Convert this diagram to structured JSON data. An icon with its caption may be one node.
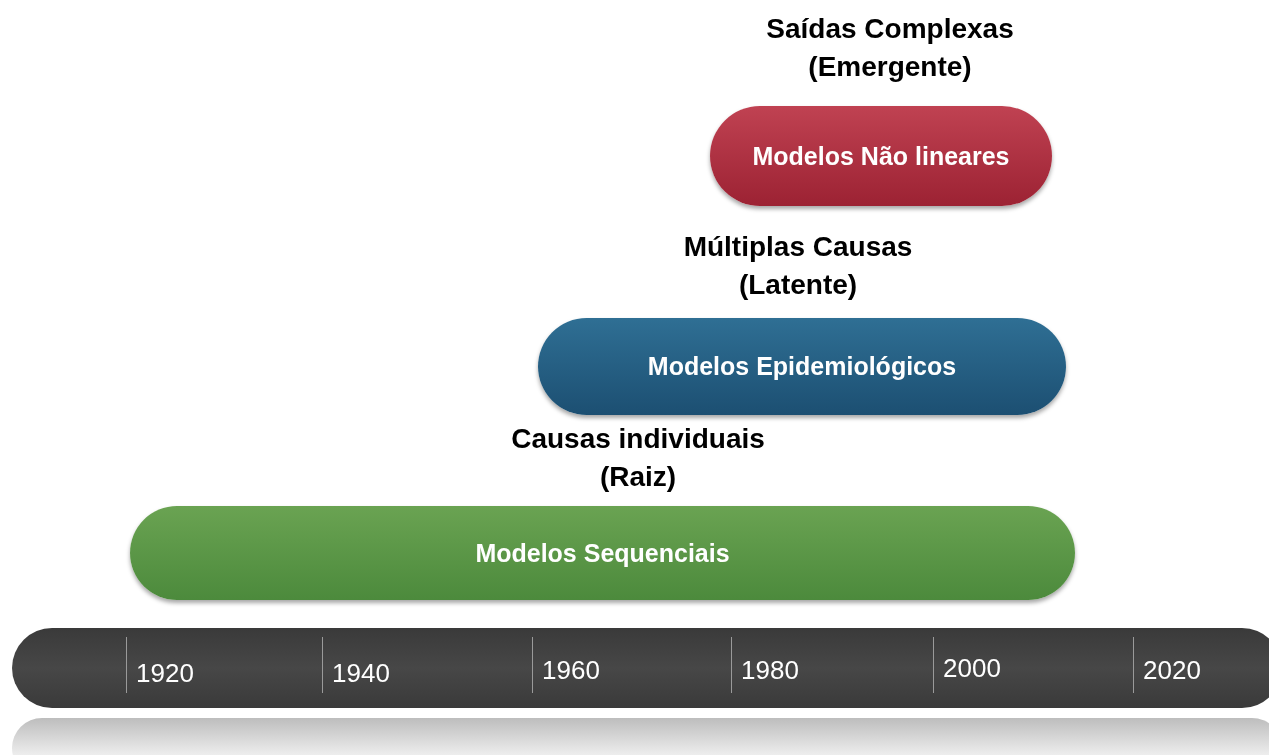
{
  "diagram": {
    "nodes": [
      {
        "text": [
          "Saídas Complexas (Emergente)",
          "Modelos Não lineares"
        ]
      },
      {
        "text": [
          "Múltiplas Causas (Latente)",
          "Modelos Epidemiológicos"
        ]
      },
      {
        "text": [
          "Causas individuais (Raiz)",
          "Modelos Sequenciais"
        ]
      }
    ],
    "labels": [
      "1920",
      "1940",
      "1960",
      "1980",
      "2000",
      "2020"
    ]
  }
}
